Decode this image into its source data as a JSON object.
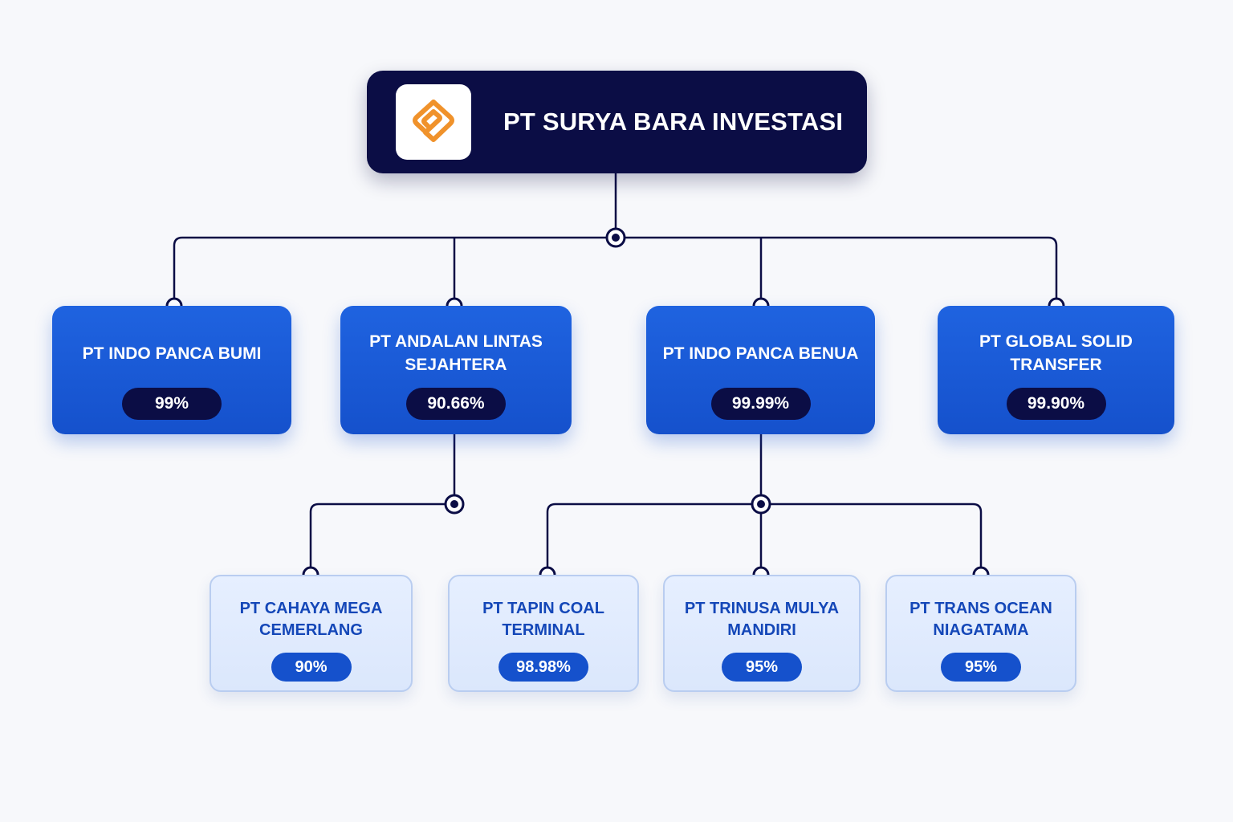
{
  "parent": {
    "name": "PT SURYA BARA INVESTASI",
    "logo_icon": "company-logo-icon",
    "logo_color": "#f0922b"
  },
  "subsidiaries": [
    {
      "name": "PT INDO PANCA BUMI",
      "ownership": "99%"
    },
    {
      "name": "PT ANDALAN LINTAS SEJAHTERA",
      "ownership": "90.66%"
    },
    {
      "name": "PT INDO PANCA BENUA",
      "ownership": "99.99%"
    },
    {
      "name": "PT GLOBAL SOLID TRANSFER",
      "ownership": "99.90%"
    }
  ],
  "sub_subsidiaries": [
    {
      "name": "PT CAHAYA MEGA CEMERLANG",
      "ownership": "90%",
      "parent": "PT ANDALAN LINTAS SEJAHTERA"
    },
    {
      "name": "PT TAPIN COAL TERMINAL",
      "ownership": "98.98%",
      "parent": "PT INDO PANCA BENUA"
    },
    {
      "name": "PT TRINUSA MULYA MANDIRI",
      "ownership": "95%",
      "parent": "PT INDO PANCA BENUA"
    },
    {
      "name": "PT TRANS OCEAN NIAGATAMA",
      "ownership": "95%",
      "parent": "PT INDO PANCA BENUA"
    }
  ],
  "colors": {
    "root_bg": "#0b0d45",
    "subsidiary_bg": "#1a5ad8",
    "leaf_bg": "#e1ebfd",
    "leaf_text": "#1447b8",
    "connector": "#0b0d45"
  }
}
